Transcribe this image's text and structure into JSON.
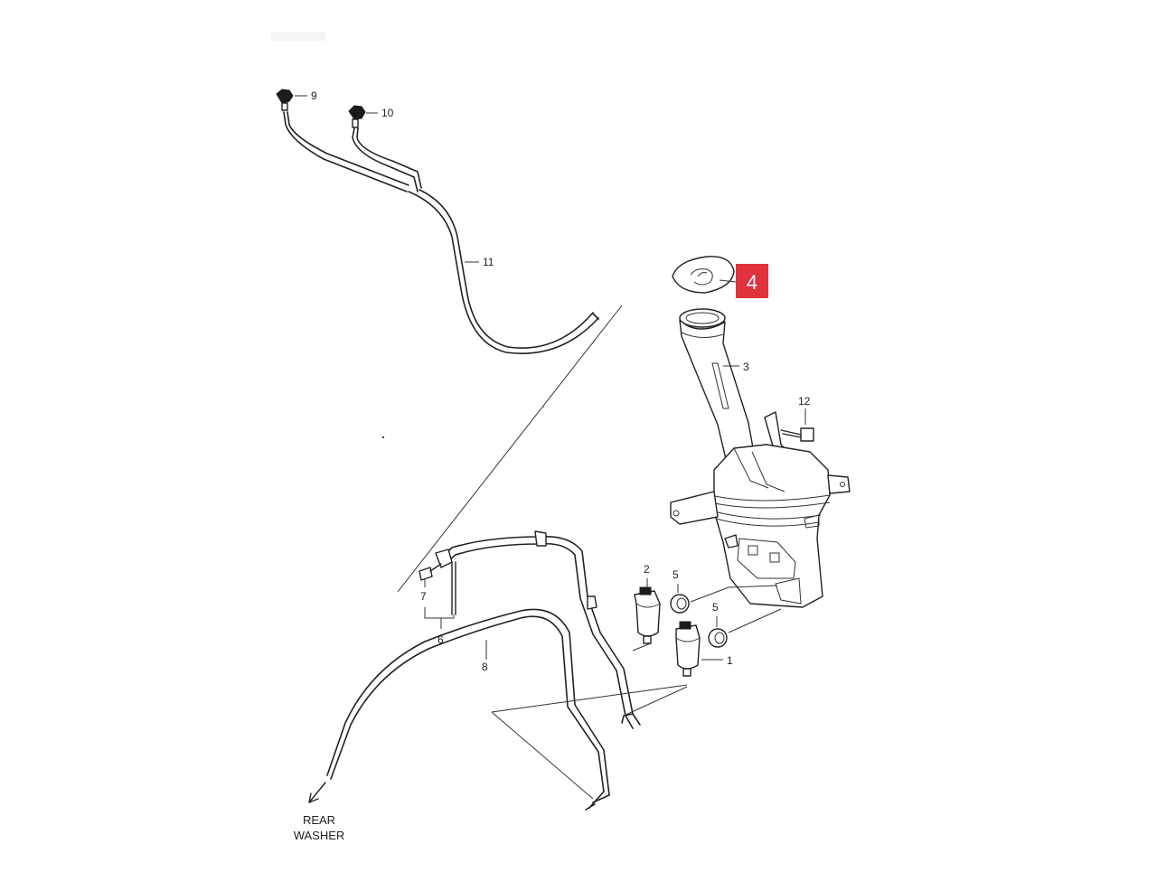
{
  "diagram": {
    "callouts": {
      "c1": "1",
      "c2": "2",
      "c3": "3",
      "c5a": "5",
      "c5b": "5",
      "c6": "6",
      "c7": "7",
      "c8": "8",
      "c9": "9",
      "c10": "10",
      "c11": "11",
      "c12": "12"
    },
    "highlight_badge": "4",
    "rear_washer_line1": "REAR",
    "rear_washer_line2": "WASHER",
    "colors": {
      "badge": "#e0323d",
      "ink": "#222222",
      "background": "#ffffff"
    }
  }
}
